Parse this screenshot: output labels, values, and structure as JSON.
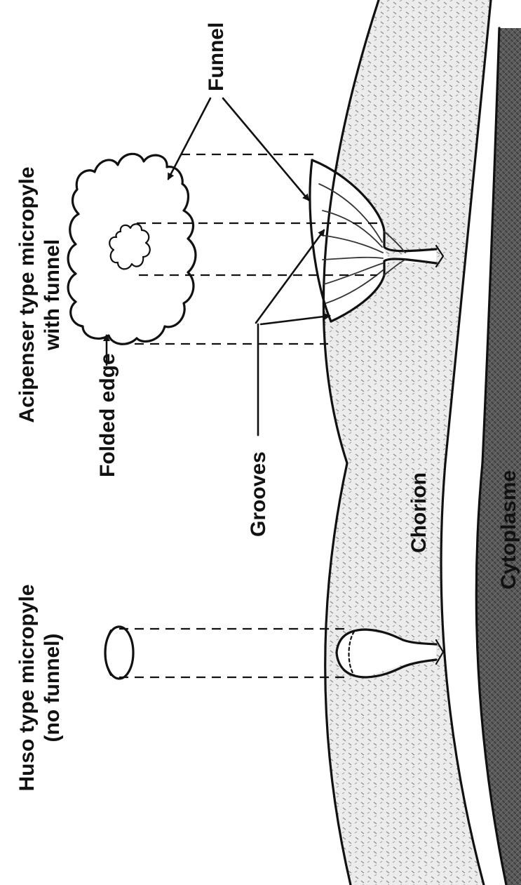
{
  "labels": {
    "huso_title_line1": "Huso type micropyle",
    "huso_title_line2": "(no funnel)",
    "acipenser_title_line1": "Acipenser type micropyle",
    "acipenser_title_line2": "with funnel",
    "funnel": "Funnel",
    "folded_edge": "Folded edge",
    "grooves": "Grooves",
    "chorion": "Chorion",
    "cytoplasme": "Cytoplasme"
  },
  "colors": {
    "line": "#111111",
    "chorion_fill": "#ececec",
    "cytoplasm_fill": "#5a5a5a",
    "background": "#ffffff"
  }
}
